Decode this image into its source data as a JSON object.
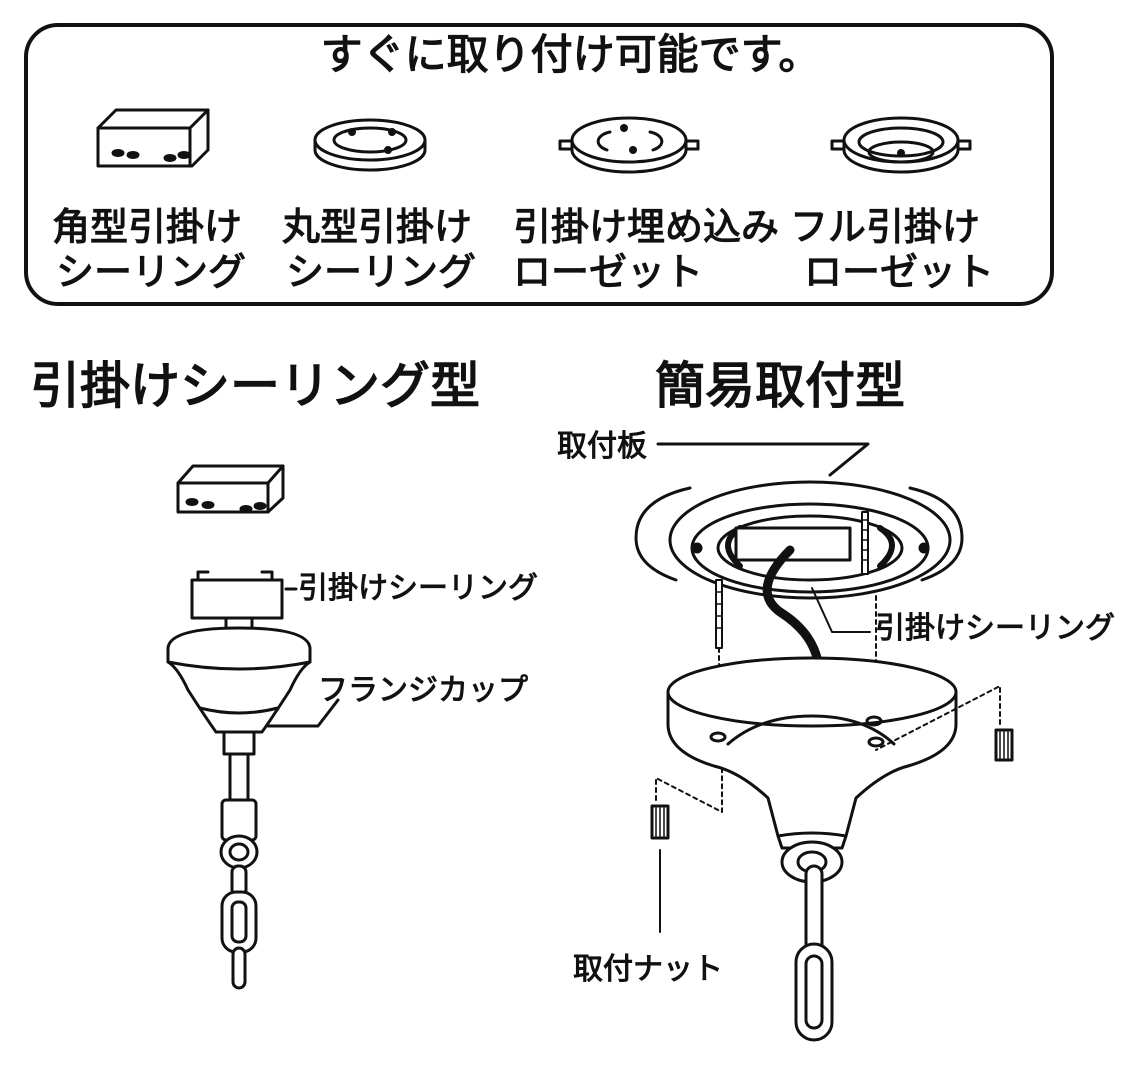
{
  "box": {
    "title": "すぐに取り付け可能です。",
    "items": [
      {
        "line1": "角型引掛け",
        "line2": "シーリング"
      },
      {
        "line1": "丸型引掛け",
        "line2": "シーリング"
      },
      {
        "line1": "引掛け埋め込み",
        "line2": "ローゼット"
      },
      {
        "line1": "フル引掛け",
        "line2": "ローゼット"
      }
    ]
  },
  "left": {
    "heading": "引掛けシーリング型",
    "callouts": {
      "ceiling": "引掛けシーリング",
      "flange": "フランジカップ"
    }
  },
  "right": {
    "heading": "簡易取付型",
    "callouts": {
      "plate": "取付板",
      "ceiling": "引掛けシーリング",
      "nut": "取付ナット"
    }
  },
  "colors": {
    "ink": "#111111",
    "background": "#ffffff"
  }
}
